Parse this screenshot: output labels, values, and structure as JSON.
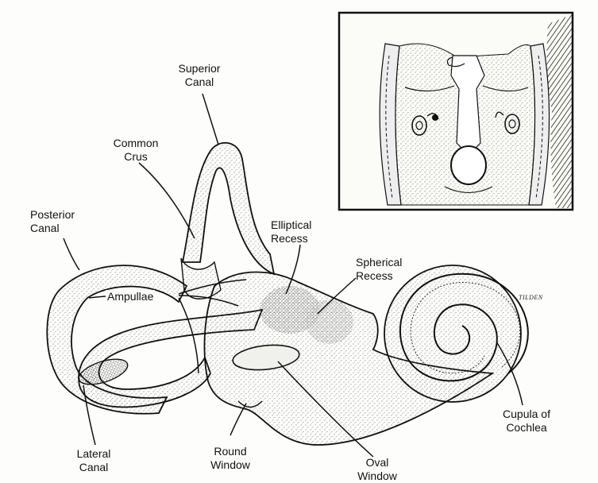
{
  "figure": {
    "labels": {
      "superior_canal": "Superior\nCanal",
      "common_crus": "Common\nCrus",
      "posterior_canal": "Posterior\nCanal",
      "elliptical_recess": "Elliptical\nRecess",
      "spherical_recess": "Spherical\nRecess",
      "ampullae": "Ampullae",
      "lateral_canal": "Lateral\nCanal",
      "round_window": "Round\nWindow",
      "oval_window": "Oval\nWindow",
      "cupula_of_cochlea": "Cupula of\nCochlea"
    },
    "artist_signature": "TILDEN"
  }
}
